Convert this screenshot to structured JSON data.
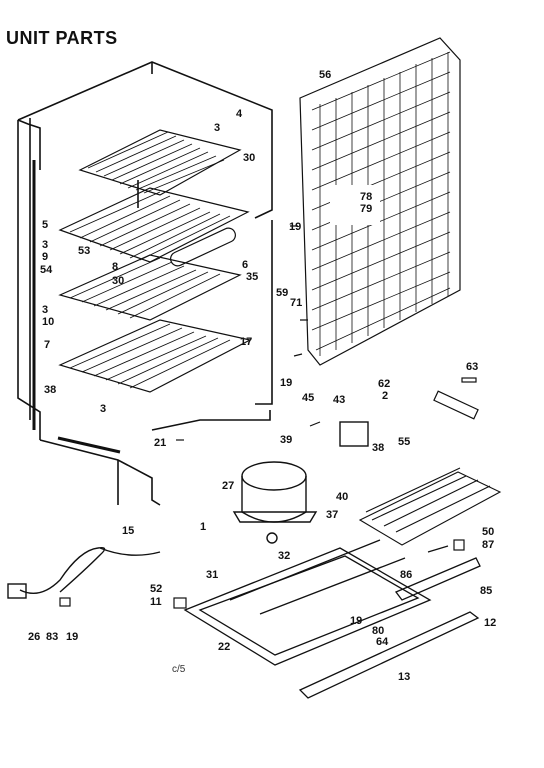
{
  "title": "UNIT PARTS",
  "footer_code": "c/5",
  "part_labels": [
    "3",
    "4",
    "30",
    "56",
    "5",
    "78",
    "79",
    "19",
    "3",
    "9",
    "53",
    "8",
    "6",
    "35",
    "54",
    "30",
    "59",
    "71",
    "3",
    "10",
    "17",
    "7",
    "19",
    "63",
    "62",
    "2",
    "45",
    "43",
    "38",
    "3",
    "39",
    "38",
    "21",
    "55",
    "27",
    "40",
    "37",
    "1",
    "50",
    "87",
    "32",
    "15",
    "86",
    "85",
    "31",
    "52",
    "11",
    "19",
    "80",
    "64",
    "12",
    "22",
    "26",
    "83",
    "19",
    "13"
  ],
  "colors": {
    "ink": "#111111",
    "paper": "#ffffff"
  }
}
